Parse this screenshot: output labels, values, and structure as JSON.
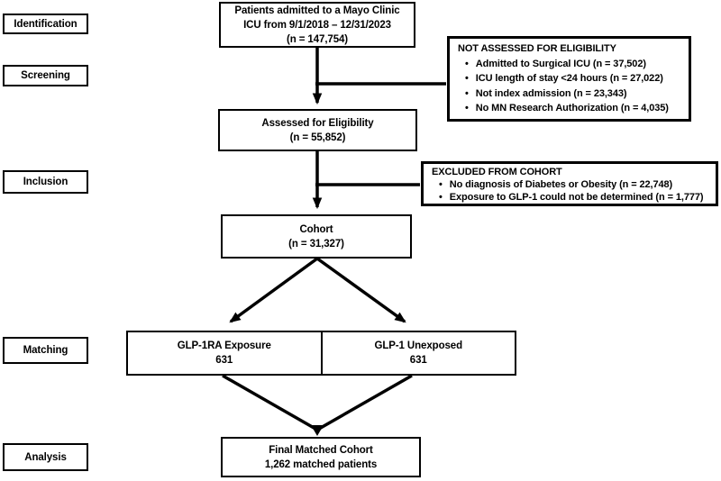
{
  "colors": {
    "line": "#000000",
    "background": "#ffffff",
    "text": "#000000"
  },
  "stages": {
    "identification": "Identification",
    "screening": "Screening",
    "inclusion": "Inclusion",
    "matching": "Matching",
    "analysis": "Analysis"
  },
  "boxes": {
    "population": {
      "lines": [
        "Patients admitted to a Mayo Clinic",
        "ICU from 9/1/2018 – 12/31/2023",
        "(n = 147,754)"
      ]
    },
    "not_assessed": {
      "title": "NOT ASSESSED FOR ELIGIBILITY",
      "items": [
        "Admitted to Surgical ICU (n = 37,502)",
        "ICU length of stay <24 hours (n = 27,022)",
        "Not index admission (n = 23,343)",
        "No MN Research Authorization (n = 4,035)"
      ]
    },
    "assessed": {
      "lines": [
        "Assessed for Eligibility",
        "(n = 55,852)"
      ]
    },
    "excluded": {
      "title": "EXCLUDED FROM COHORT",
      "items": [
        "No diagnosis of Diabetes or Obesity (n = 22,748)",
        "Exposure to GLP-1 could not be determined (n = 1,777)"
      ]
    },
    "cohort": {
      "lines": [
        "Cohort",
        "(n = 31,327)"
      ]
    },
    "exposure": {
      "lines": [
        "GLP-1RA Exposure",
        "631"
      ]
    },
    "unexposed": {
      "lines": [
        "GLP-1 Unexposed",
        "631"
      ]
    },
    "final": {
      "lines": [
        "Final Matched Cohort",
        "1,262 matched patients"
      ]
    }
  }
}
